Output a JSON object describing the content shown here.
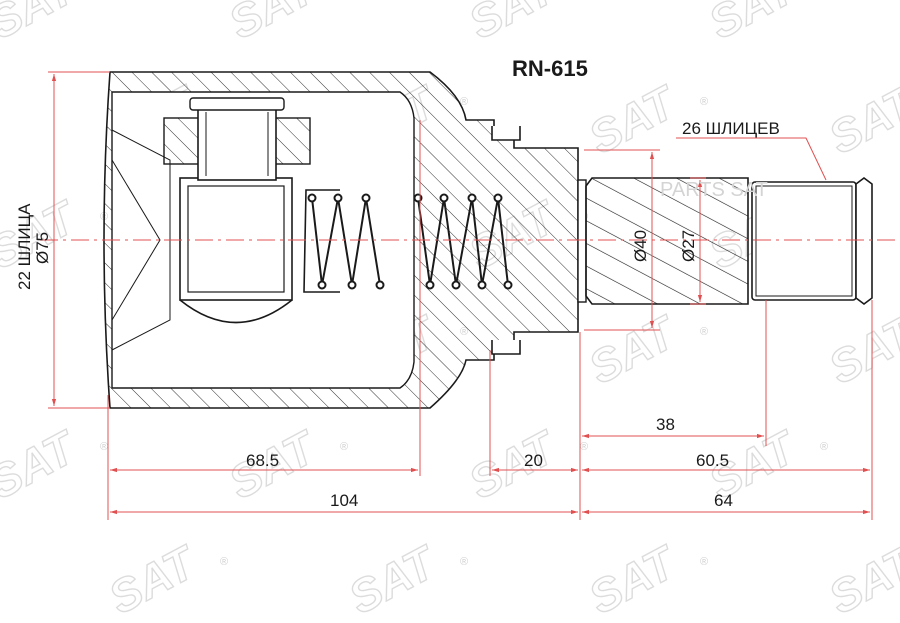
{
  "part_number": "RN-615",
  "watermark": {
    "brand": "SAT",
    "tagline": "PARTS SAT",
    "registered": "®"
  },
  "callouts": {
    "outer_splines": "26 ШЛИЦЕВ",
    "inner_splines": "22 ШЛИЦА",
    "outer_diameter": "Ø75",
    "shaft_diameter": "Ø40",
    "spline_diameter": "Ø27"
  },
  "dimensions": {
    "d_68_5": "68.5",
    "d_20": "20",
    "d_60_5": "60.5",
    "d_38": "38",
    "d_104": "104",
    "d_64": "64"
  },
  "colors": {
    "line": "#1a1a1a",
    "dimension": "#e05050",
    "watermark": "#dcdcdc"
  }
}
